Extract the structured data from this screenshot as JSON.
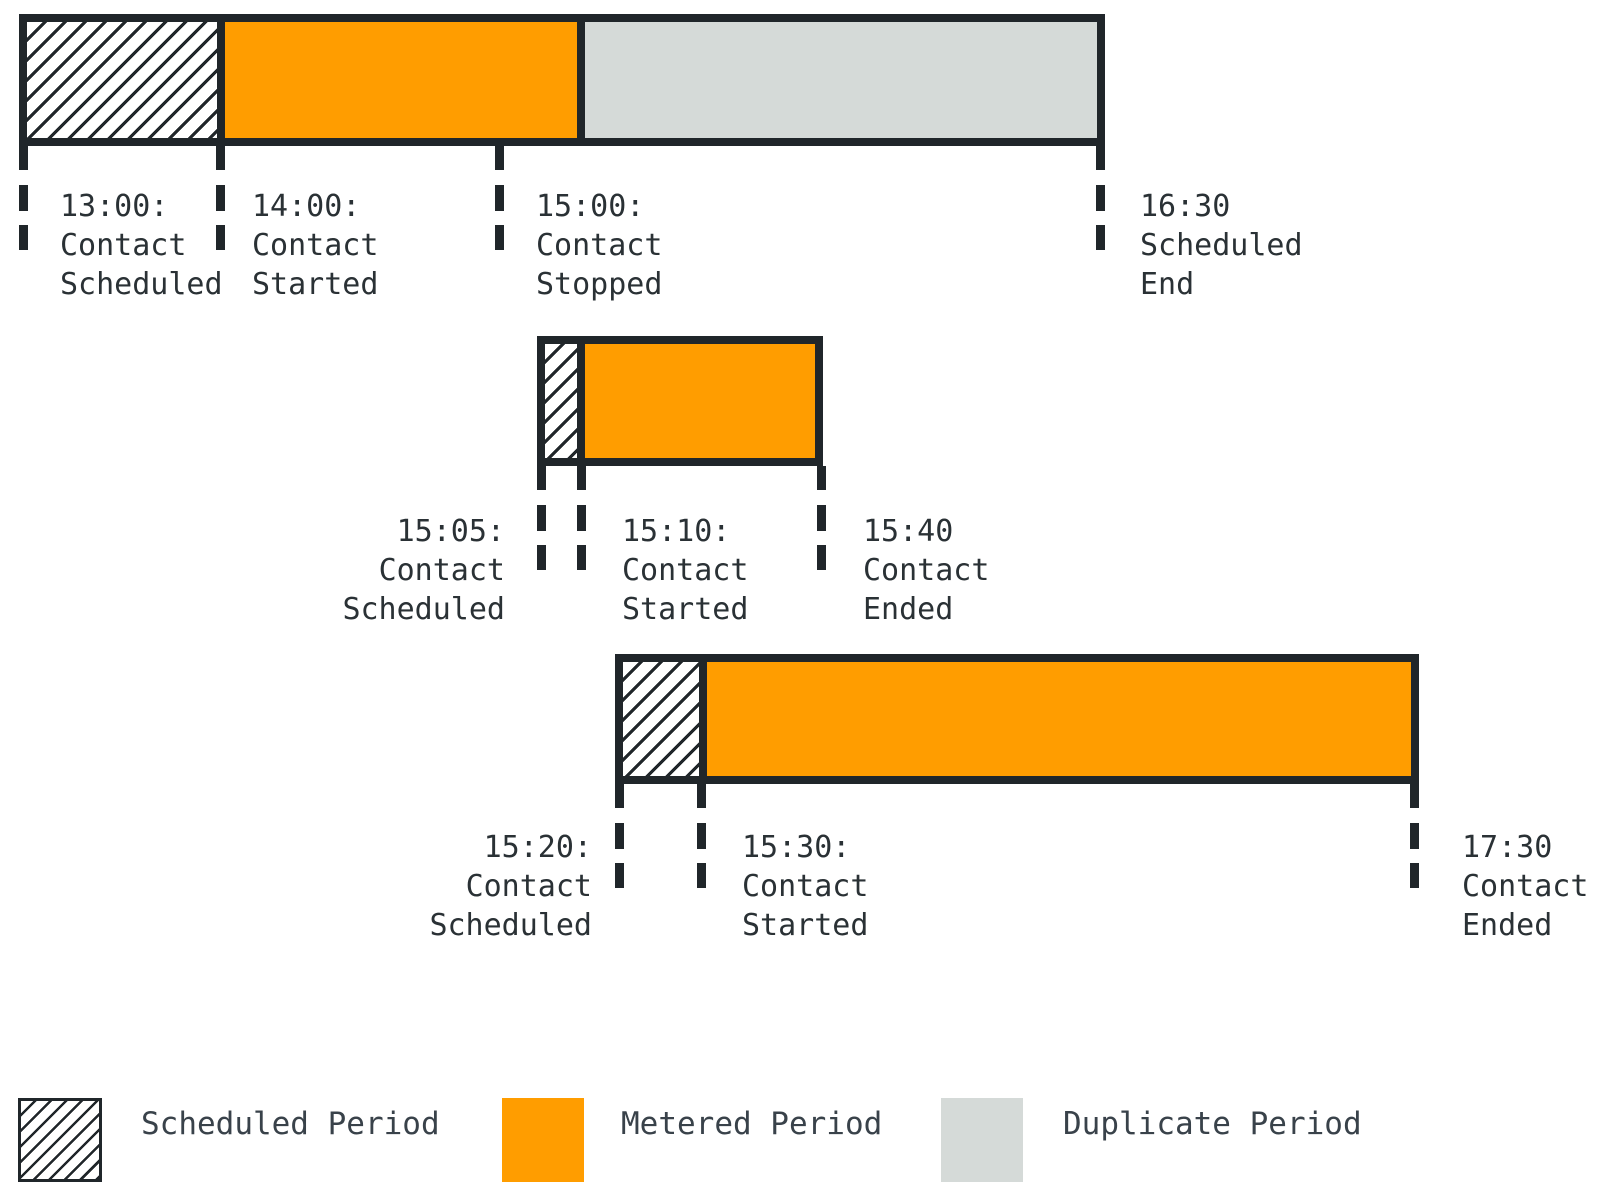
{
  "colors": {
    "metered": "#FF9D00",
    "duplicate": "#D5DAD8",
    "stroke": "#20262A",
    "label_text": "#2A3135",
    "legend_text": "#39424A"
  },
  "timelines": [
    {
      "id": "contact-1",
      "segments": [
        "scheduled",
        "metered",
        "duplicate"
      ],
      "events": [
        {
          "label": "13:00:\nContact\nScheduled"
        },
        {
          "label": "14:00:\nContact\nStarted"
        },
        {
          "label": "15:00:\nContact\nStopped"
        },
        {
          "label": "16:30\nScheduled\nEnd"
        }
      ]
    },
    {
      "id": "contact-2",
      "segments": [
        "scheduled",
        "metered"
      ],
      "events": [
        {
          "label": "15:05:\nContact\nScheduled"
        },
        {
          "label": "15:10:\nContact\nStarted"
        },
        {
          "label": "15:40\nContact\nEnded"
        }
      ]
    },
    {
      "id": "contact-3",
      "segments": [
        "scheduled",
        "metered"
      ],
      "events": [
        {
          "label": "15:20:\nContact\nScheduled"
        },
        {
          "label": "15:30:\nContact\nStarted"
        },
        {
          "label": "17:30\nContact\nEnded"
        }
      ]
    }
  ],
  "legend": {
    "items": [
      {
        "swatch": "hatched",
        "label": "Scheduled Period"
      },
      {
        "swatch": "metered",
        "label": "Metered Period"
      },
      {
        "swatch": "duplicate",
        "label": "Duplicate Period"
      }
    ]
  }
}
